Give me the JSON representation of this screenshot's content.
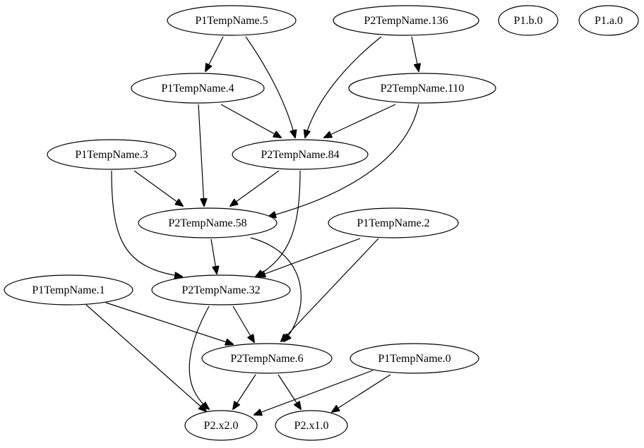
{
  "graph": {
    "nodes": [
      {
        "id": "n_p1_5",
        "label": "P1TempName.5"
      },
      {
        "id": "n_p2_136",
        "label": "P2TempName.136"
      },
      {
        "id": "n_p1_b0",
        "label": "P1.b.0"
      },
      {
        "id": "n_p1_a0",
        "label": "P1.a.0"
      },
      {
        "id": "n_p1_4",
        "label": "P1TempName.4"
      },
      {
        "id": "n_p2_110",
        "label": "P2TempName.110"
      },
      {
        "id": "n_p1_3",
        "label": "P1TempName.3"
      },
      {
        "id": "n_p2_84",
        "label": "P2TempName.84"
      },
      {
        "id": "n_p2_58",
        "label": "P2TempName.58"
      },
      {
        "id": "n_p1_2",
        "label": "P1TempName.2"
      },
      {
        "id": "n_p1_1",
        "label": "P1TempName.1"
      },
      {
        "id": "n_p2_32",
        "label": "P2TempName.32"
      },
      {
        "id": "n_p2_6",
        "label": "P2TempName.6"
      },
      {
        "id": "n_p1_0",
        "label": "P1TempName.0"
      },
      {
        "id": "n_x2",
        "label": "P2.x2.0"
      },
      {
        "id": "n_x1",
        "label": "P2.x1.0"
      }
    ],
    "edges": [
      {
        "from": "n_p1_5",
        "to": "n_p1_4"
      },
      {
        "from": "n_p1_5",
        "to": "n_p2_84"
      },
      {
        "from": "n_p2_136",
        "to": "n_p2_84"
      },
      {
        "from": "n_p2_136",
        "to": "n_p2_110"
      },
      {
        "from": "n_p1_4",
        "to": "n_p2_84"
      },
      {
        "from": "n_p1_4",
        "to": "n_p2_58"
      },
      {
        "from": "n_p2_110",
        "to": "n_p2_84"
      },
      {
        "from": "n_p2_110",
        "to": "n_p2_58"
      },
      {
        "from": "n_p1_3",
        "to": "n_p2_58"
      },
      {
        "from": "n_p1_3",
        "to": "n_p2_32"
      },
      {
        "from": "n_p2_84",
        "to": "n_p2_58"
      },
      {
        "from": "n_p2_84",
        "to": "n_p2_32"
      },
      {
        "from": "n_p2_58",
        "to": "n_p2_32"
      },
      {
        "from": "n_p2_58",
        "to": "n_p2_6"
      },
      {
        "from": "n_p1_2",
        "to": "n_p2_32"
      },
      {
        "from": "n_p1_2",
        "to": "n_p2_6"
      },
      {
        "from": "n_p1_1",
        "to": "n_p2_6"
      },
      {
        "from": "n_p1_1",
        "to": "n_x2"
      },
      {
        "from": "n_p2_32",
        "to": "n_p2_6"
      },
      {
        "from": "n_p2_32",
        "to": "n_x2"
      },
      {
        "from": "n_p2_6",
        "to": "n_x2"
      },
      {
        "from": "n_p2_6",
        "to": "n_x1"
      },
      {
        "from": "n_p1_0",
        "to": "n_x2"
      },
      {
        "from": "n_p1_0",
        "to": "n_x1"
      }
    ]
  }
}
